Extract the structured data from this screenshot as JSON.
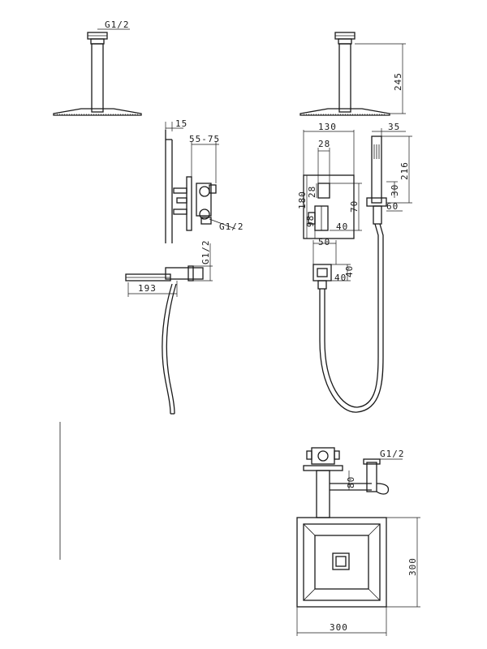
{
  "labels": {
    "arm_thread": "G1/2",
    "head_drop": "245",
    "wall_projection": "15",
    "valve_depth": "55-75",
    "valve_thread": "G1/2",
    "spout_thread": "G1/2",
    "spout_length": "193",
    "plate_width": "130",
    "plate_inner": "28",
    "plate_height": "180",
    "plate_lower": "98",
    "plate_offset": "70",
    "plate_gap": "40",
    "outlet_width": "50",
    "outlet_height": "40",
    "outlet_side": "40",
    "handset_depth": "35",
    "handset_length": "216",
    "holder_height": "30",
    "holder_width": "60",
    "plan_thread": "G1/2",
    "plan_offset": "80",
    "head_depth": "300",
    "head_width": "300"
  }
}
